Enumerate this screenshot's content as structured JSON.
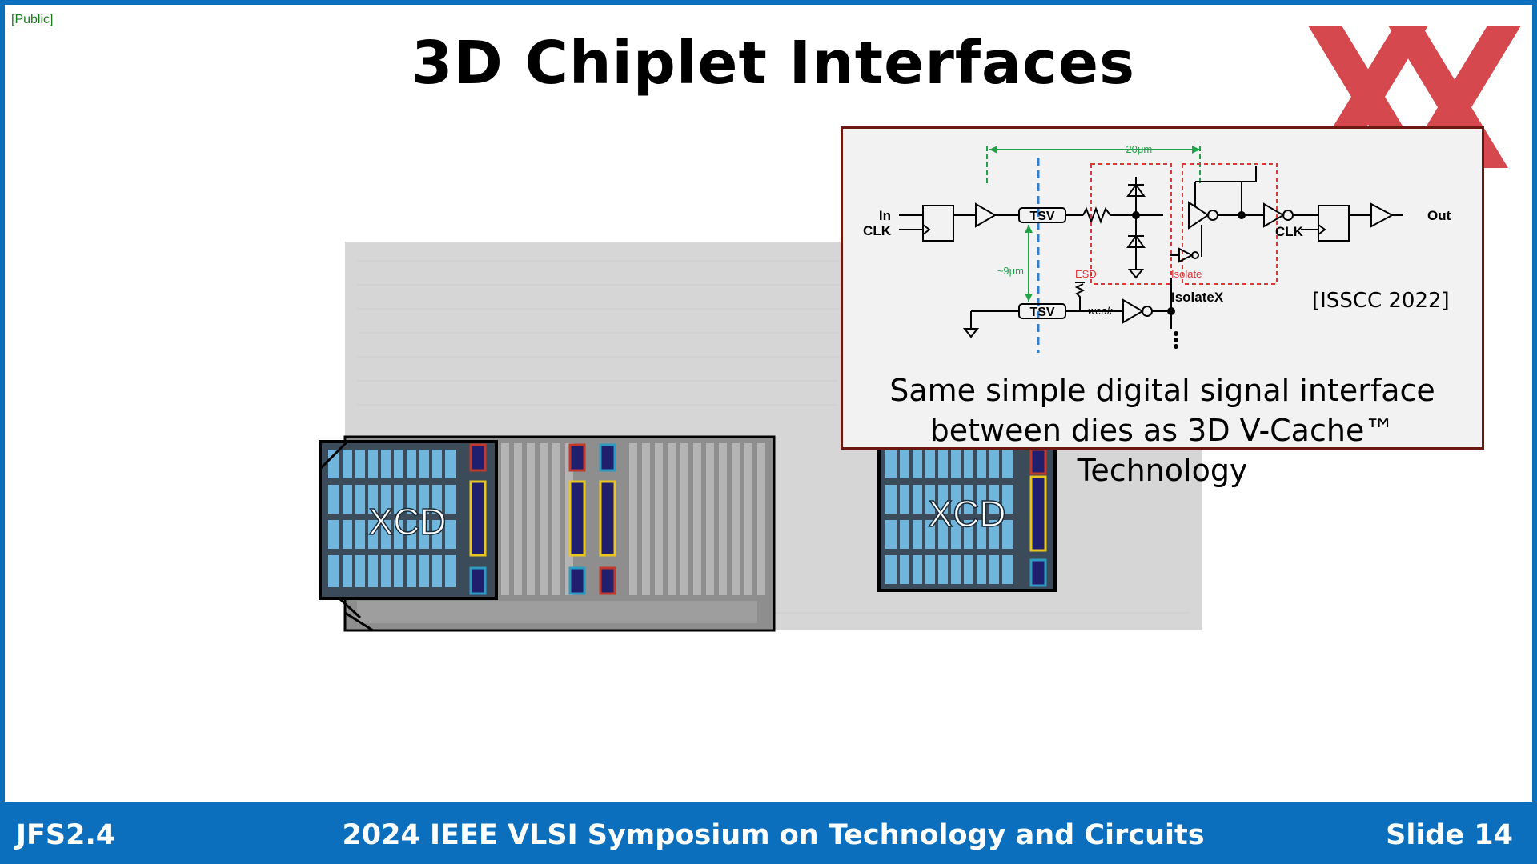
{
  "classification": "[Public]",
  "title": "3D Chiplet Interfaces",
  "logo": {
    "icon": "amd-instinct-x-logo",
    "color": "#d23a3f"
  },
  "dies": {
    "left_label": "XCD",
    "right_label": "XCD"
  },
  "callout": {
    "citation": "[ISSCC 2022]",
    "line1": "Same simple digital signal interface",
    "line2": "between dies as 3D V-Cache™ Technology",
    "schematic": {
      "in_label": "In",
      "clk_in_label": "CLK",
      "tsv_top": "TSV",
      "tsv_bottom": "TSV",
      "dimension_20": "~20μm",
      "dimension_9": "~9μm",
      "esd_label": "ESD",
      "isolate_label": "Isolate",
      "isolatex_label": "IsolateX",
      "weak_label": "weak",
      "clk_out_label": "CLK",
      "out_label": "Out"
    }
  },
  "footer": {
    "left": "JFS2.4",
    "center": "2024 IEEE VLSI Symposium on Technology and Circuits",
    "right": "Slide 14"
  },
  "colors": {
    "accent": "#0b6fbd",
    "callout_border": "#6b1a12",
    "dimension_green": "#22a34a",
    "esd_red": "#d83a3a"
  }
}
